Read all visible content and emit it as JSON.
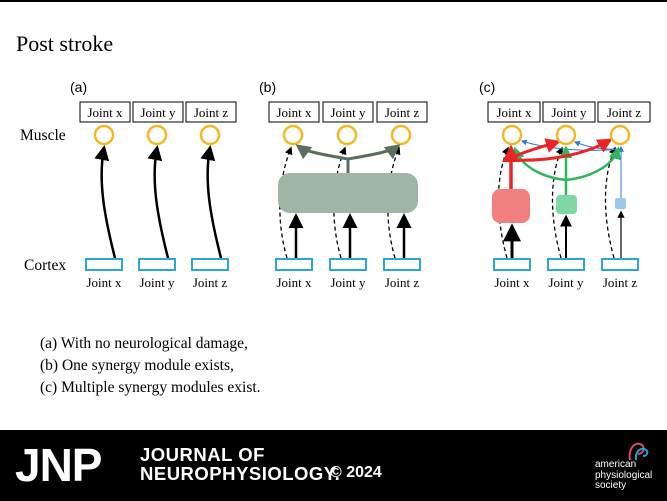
{
  "title": "Post stroke",
  "panels": [
    {
      "label": "(a)",
      "joints": [
        "Joint x",
        "Joint y",
        "Joint z"
      ]
    },
    {
      "label": "(b)",
      "joints": [
        "Joint x",
        "Joint y",
        "Joint z"
      ]
    },
    {
      "label": "(c)",
      "joints": [
        "Joint x",
        "Joint y",
        "Joint z"
      ]
    }
  ],
  "levels": {
    "muscle": "Muscle",
    "cortex": "Cortex"
  },
  "legend": [
    "(a) With no neurological damage,",
    "(b) One synergy module exists,",
    "(c) Multiple synergy modules exist."
  ],
  "footer": {
    "abbrev": "JNP",
    "journal_line1": "JOURNAL OF",
    "journal_line2": "NEUROPHYSIOLOGY.",
    "year": "© 2024",
    "society": [
      "american",
      "physiological",
      "society"
    ]
  },
  "colors": {
    "muscle_circle": "#F5B823",
    "cortex_box": "#2AA6D9",
    "synergy_module_b": "#9FB5A6",
    "module_red": "#F28080",
    "module_green": "#7ED8A6",
    "module_blue": "#9EC8EA",
    "arrow_red": "#EA2424",
    "arrow_green": "#2DB85A",
    "arrow_blue": "#2F7FD0",
    "arrow_dark_green": "#5C6E5F"
  }
}
